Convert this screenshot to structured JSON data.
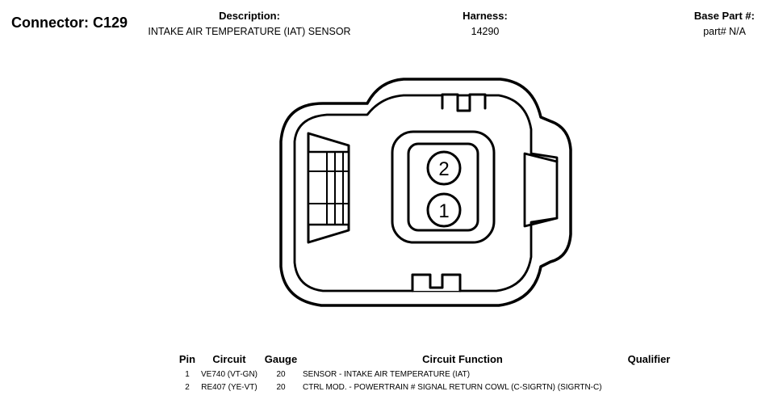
{
  "header": {
    "connector_title": "Connector: C129",
    "description_label": "Description:",
    "description_value": "INTAKE AIR TEMPERATURE (IAT) SENSOR",
    "harness_label": "Harness:",
    "harness_value": "14290",
    "base_part_label": "Base Part #:",
    "base_part_value": "part# N/A"
  },
  "diagram": {
    "pins": [
      "2",
      "1"
    ]
  },
  "table": {
    "headers": {
      "pin": "Pin",
      "circuit": "Circuit",
      "gauge": "Gauge",
      "function": "Circuit Function",
      "qualifier": "Qualifier"
    },
    "rows": [
      {
        "pin": "1",
        "circuit": "VE740 (VT-GN)",
        "gauge": "20",
        "function": "SENSOR - INTAKE AIR TEMPERATURE (IAT)",
        "qualifier": ""
      },
      {
        "pin": "2",
        "circuit": "RE407 (YE-VT)",
        "gauge": "20",
        "function": "CTRL MOD. - POWERTRAIN # SIGNAL RETURN COWL (C-SIGRTN) (SIGRTN-C)",
        "qualifier": ""
      }
    ]
  }
}
